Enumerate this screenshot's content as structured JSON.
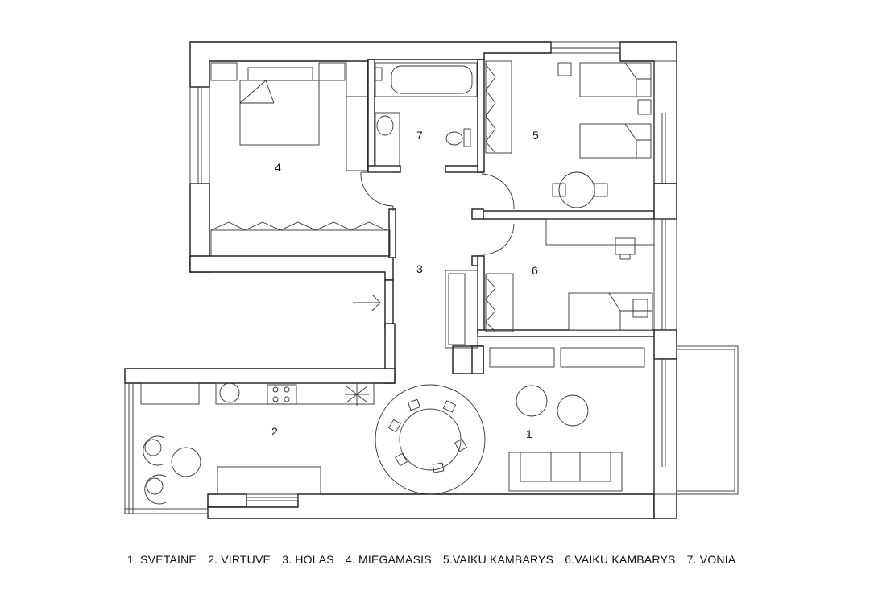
{
  "rooms": [
    {
      "number": "1",
      "name": "SVETAINE"
    },
    {
      "number": "2",
      "name": "VIRTUVE"
    },
    {
      "number": "3",
      "name": "HOLAS"
    },
    {
      "number": "4",
      "name": "MIEGAMASIS"
    },
    {
      "number": "5",
      "name": "VAIKU KAMBARYS"
    },
    {
      "number": "6",
      "name": "VAIKU KAMBARYS"
    },
    {
      "number": "7",
      "name": "VONIA"
    }
  ],
  "legend": [
    "1. SVETAINE",
    "2. VIRTUVE",
    "3. HOLAS",
    "4. MIEGAMASIS",
    "5.VAIKU KAMBARYS",
    "6.VAIKU KAMBARYS",
    "7. VONIA"
  ],
  "colors": {
    "line": "#1a1a1a",
    "background": "#ffffff"
  }
}
